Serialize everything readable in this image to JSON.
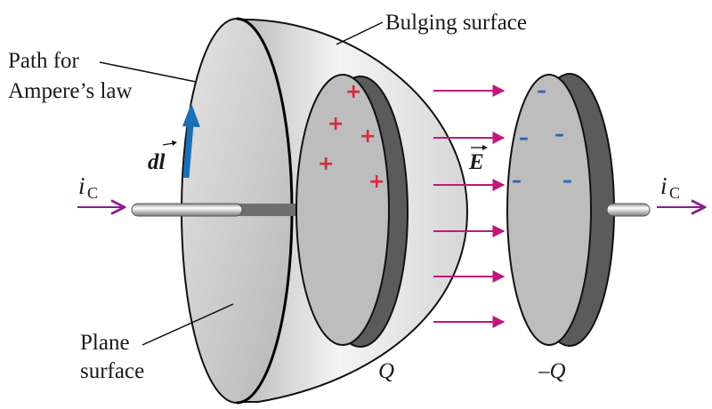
{
  "labels": {
    "bulging_surface": "Bulging surface",
    "path_for": "Path for",
    "amperes_law": "Ampere’s law",
    "plane": "Plane",
    "surface": "surface",
    "dl": "dl",
    "current_left": "i",
    "current_right": "i",
    "current_sub": "C",
    "efield": "E",
    "charge_pos": "Q",
    "charge_neg": "–Q"
  },
  "charges": {
    "plus_symbol": "+",
    "minus_symbol": "–"
  },
  "colors": {
    "arrow_magenta": "#c0187a",
    "dl_arrow": "#1a6fb5",
    "plus": "#d62a3a",
    "minus": "#2d63b8",
    "plate_face": "#bdbdbd",
    "plate_edge": "#5b5b5b"
  }
}
